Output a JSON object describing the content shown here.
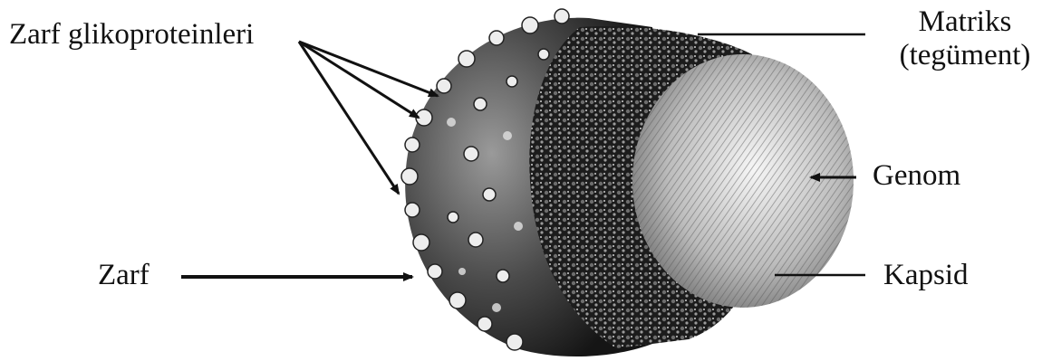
{
  "labels": {
    "glycoproteins": "Zarf glikoproteinleri",
    "matrix_line1": "Matriks",
    "matrix_line2": "(tegüment)",
    "genome": "Genom",
    "envelope": "Zarf",
    "capsid": "Kapsid"
  },
  "colors": {
    "ink": "#111111",
    "envelope_shell": "#3a3a3a",
    "capsid": "#d8d8d8",
    "spike": "#eeeeee"
  }
}
